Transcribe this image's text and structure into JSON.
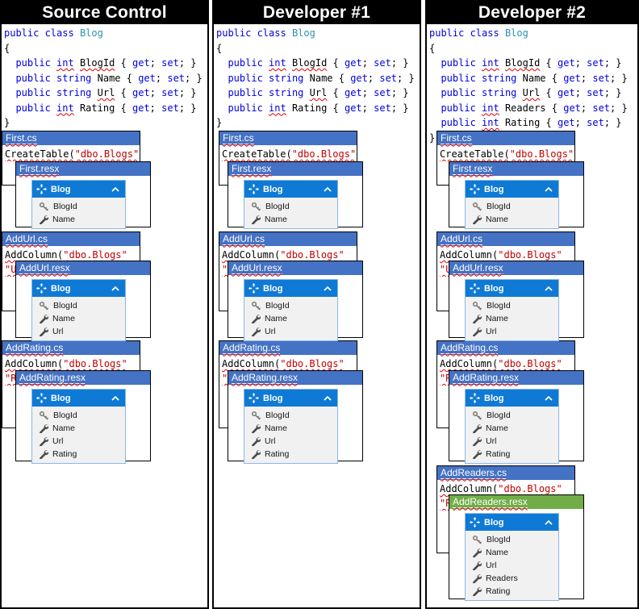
{
  "colors": {
    "titlebar_blue": "#4472C4",
    "titlebar_green": "#70AD47",
    "table_header_blue": "#0F7AD5",
    "keyword": "#0000E0",
    "type_name": "#2B91AF",
    "string_literal": "#C00000",
    "squiggle": "#E00000"
  },
  "columns": [
    {
      "title": "Source Control",
      "class_code": [
        [
          {
            "t": "public ",
            "c": "kw"
          },
          {
            "t": "class ",
            "c": "kw"
          },
          {
            "t": "Blog",
            "c": "ty"
          }
        ],
        [
          {
            "t": "{"
          }
        ],
        [
          {
            "t": "  "
          },
          {
            "t": "public",
            "c": "kw"
          },
          {
            "t": " "
          },
          {
            "t": "int",
            "c": "kw sq"
          },
          {
            "t": " "
          },
          {
            "t": "BlogId",
            "c": "sq"
          },
          {
            "t": " { "
          },
          {
            "t": "get",
            "c": "kw"
          },
          {
            "t": "; "
          },
          {
            "t": "set",
            "c": "kw"
          },
          {
            "t": "; }"
          }
        ],
        [
          {
            "t": "  "
          },
          {
            "t": "public",
            "c": "kw"
          },
          {
            "t": " "
          },
          {
            "t": "string",
            "c": "kw"
          },
          {
            "t": " Name { "
          },
          {
            "t": "get",
            "c": "kw"
          },
          {
            "t": "; "
          },
          {
            "t": "set",
            "c": "kw"
          },
          {
            "t": "; }"
          }
        ],
        [
          {
            "t": "  "
          },
          {
            "t": "public",
            "c": "kw"
          },
          {
            "t": " "
          },
          {
            "t": "string",
            "c": "kw"
          },
          {
            "t": " "
          },
          {
            "t": "Url",
            "c": "sq"
          },
          {
            "t": " { "
          },
          {
            "t": "get",
            "c": "kw"
          },
          {
            "t": "; "
          },
          {
            "t": "set",
            "c": "kw"
          },
          {
            "t": "; }"
          }
        ],
        [
          {
            "t": "  "
          },
          {
            "t": "public",
            "c": "kw"
          },
          {
            "t": " "
          },
          {
            "t": "int",
            "c": "kw sq"
          },
          {
            "t": " Rating { "
          },
          {
            "t": "get",
            "c": "kw"
          },
          {
            "t": "; "
          },
          {
            "t": "set",
            "c": "kw"
          },
          {
            "t": "; }"
          }
        ],
        [
          {
            "t": "}"
          }
        ]
      ],
      "sections": [
        {
          "cs_name": "First.cs",
          "cs_lines": [
            [
              {
                "t": "CreateTable(",
                "c": "sq"
              },
              {
                "t": "\"dbo.Blogs\"",
                "c": "str sq"
              }
            ]
          ],
          "resx_name": "First.resx",
          "resx_highlight": false,
          "table": {
            "name": "Blog",
            "collapse": "chevron-up",
            "rows": [
              {
                "icon": "key",
                "label": "BlogId"
              },
              {
                "icon": "wrench",
                "label": "Name"
              }
            ]
          }
        },
        {
          "cs_name": "AddUrl.cs",
          "cs_lines": [
            [
              {
                "t": "AddColumn(",
                "c": "sq"
              },
              {
                "t": "\"dbo.Blogs\"",
                "c": "str sq"
              }
            ],
            [
              {
                "t": "\"Url\",",
                "c": "str sq"
              }
            ]
          ],
          "resx_name": "AddUrl.resx",
          "resx_highlight": false,
          "table": {
            "name": "Blog",
            "collapse": "chevron-up",
            "rows": [
              {
                "icon": "key",
                "label": "BlogId"
              },
              {
                "icon": "wrench",
                "label": "Name"
              },
              {
                "icon": "wrench",
                "label": "Url"
              }
            ]
          }
        },
        {
          "cs_name": "AddRating.cs",
          "cs_lines": [
            [
              {
                "t": "AddColumn(",
                "c": "sq"
              },
              {
                "t": "\"dbo.Blogs\"",
                "c": "str sq"
              }
            ],
            [
              {
                "t": "\"Rating\",",
                "c": "str sq"
              }
            ]
          ],
          "resx_name": "AddRating.resx",
          "resx_highlight": false,
          "table": {
            "name": "Blog",
            "collapse": "chevron-up",
            "rows": [
              {
                "icon": "key",
                "label": "BlogId"
              },
              {
                "icon": "wrench",
                "label": "Name"
              },
              {
                "icon": "wrench",
                "label": "Url"
              },
              {
                "icon": "wrench",
                "label": "Rating"
              }
            ]
          }
        }
      ]
    },
    {
      "title": "Developer #1",
      "class_code": [
        [
          {
            "t": "public ",
            "c": "kw"
          },
          {
            "t": "class ",
            "c": "kw"
          },
          {
            "t": "Blog",
            "c": "ty"
          }
        ],
        [
          {
            "t": "{"
          }
        ],
        [
          {
            "t": "  "
          },
          {
            "t": "public",
            "c": "kw"
          },
          {
            "t": " "
          },
          {
            "t": "int",
            "c": "kw sq"
          },
          {
            "t": " "
          },
          {
            "t": "BlogId",
            "c": "sq"
          },
          {
            "t": " { "
          },
          {
            "t": "get",
            "c": "kw"
          },
          {
            "t": "; "
          },
          {
            "t": "set",
            "c": "kw"
          },
          {
            "t": "; }"
          }
        ],
        [
          {
            "t": "  "
          },
          {
            "t": "public",
            "c": "kw"
          },
          {
            "t": " "
          },
          {
            "t": "string",
            "c": "kw"
          },
          {
            "t": " Name { "
          },
          {
            "t": "get",
            "c": "kw"
          },
          {
            "t": "; "
          },
          {
            "t": "set",
            "c": "kw"
          },
          {
            "t": "; }"
          }
        ],
        [
          {
            "t": "  "
          },
          {
            "t": "public",
            "c": "kw"
          },
          {
            "t": " "
          },
          {
            "t": "string",
            "c": "kw"
          },
          {
            "t": " "
          },
          {
            "t": "Url",
            "c": "sq"
          },
          {
            "t": " { "
          },
          {
            "t": "get",
            "c": "kw"
          },
          {
            "t": "; "
          },
          {
            "t": "set",
            "c": "kw"
          },
          {
            "t": "; }"
          }
        ],
        [
          {
            "t": "  "
          },
          {
            "t": "public",
            "c": "kw"
          },
          {
            "t": " "
          },
          {
            "t": "int",
            "c": "kw sq"
          },
          {
            "t": " Rating { "
          },
          {
            "t": "get",
            "c": "kw"
          },
          {
            "t": "; "
          },
          {
            "t": "set",
            "c": "kw"
          },
          {
            "t": "; }"
          }
        ],
        [
          {
            "t": "}"
          }
        ]
      ],
      "sections": [
        {
          "cs_name": "First.cs",
          "cs_lines": [
            [
              {
                "t": "CreateTable(",
                "c": "sq"
              },
              {
                "t": "\"dbo.Blogs\"",
                "c": "str sq"
              }
            ]
          ],
          "resx_name": "First.resx",
          "resx_highlight": false,
          "table": {
            "name": "Blog",
            "collapse": "chevron-up",
            "rows": [
              {
                "icon": "key",
                "label": "BlogId"
              },
              {
                "icon": "wrench",
                "label": "Name"
              }
            ]
          }
        },
        {
          "cs_name": "AddUrl.cs",
          "cs_lines": [
            [
              {
                "t": "AddColumn(",
                "c": "sq"
              },
              {
                "t": "\"dbo.Blogs\"",
                "c": "str sq"
              }
            ],
            [
              {
                "t": "\"Url\",",
                "c": "str sq"
              }
            ]
          ],
          "resx_name": "AddUrl.resx",
          "resx_highlight": false,
          "table": {
            "name": "Blog",
            "collapse": "chevron-up",
            "rows": [
              {
                "icon": "key",
                "label": "BlogId"
              },
              {
                "icon": "wrench",
                "label": "Name"
              },
              {
                "icon": "wrench",
                "label": "Url"
              }
            ]
          }
        },
        {
          "cs_name": "AddRating.cs",
          "cs_lines": [
            [
              {
                "t": "AddColumn(",
                "c": "sq"
              },
              {
                "t": "\"dbo.Blogs\"",
                "c": "str sq"
              }
            ],
            [
              {
                "t": "\"Rating\",",
                "c": "str sq"
              }
            ]
          ],
          "resx_name": "AddRating.resx",
          "resx_highlight": false,
          "table": {
            "name": "Blog",
            "collapse": "chevron-up",
            "rows": [
              {
                "icon": "key",
                "label": "BlogId"
              },
              {
                "icon": "wrench",
                "label": "Name"
              },
              {
                "icon": "wrench",
                "label": "Url"
              },
              {
                "icon": "wrench",
                "label": "Rating"
              }
            ]
          }
        }
      ]
    },
    {
      "title": "Developer #2",
      "class_code": [
        [
          {
            "t": "public ",
            "c": "kw"
          },
          {
            "t": "class ",
            "c": "kw"
          },
          {
            "t": "Blog",
            "c": "ty"
          }
        ],
        [
          {
            "t": "{"
          }
        ],
        [
          {
            "t": "  "
          },
          {
            "t": "public",
            "c": "kw"
          },
          {
            "t": " "
          },
          {
            "t": "int",
            "c": "kw sq"
          },
          {
            "t": " "
          },
          {
            "t": "BlogId",
            "c": "sq"
          },
          {
            "t": " { "
          },
          {
            "t": "get",
            "c": "kw"
          },
          {
            "t": "; "
          },
          {
            "t": "set",
            "c": "kw"
          },
          {
            "t": "; }"
          }
        ],
        [
          {
            "t": "  "
          },
          {
            "t": "public",
            "c": "kw"
          },
          {
            "t": " "
          },
          {
            "t": "string",
            "c": "kw"
          },
          {
            "t": " Name { "
          },
          {
            "t": "get",
            "c": "kw"
          },
          {
            "t": "; "
          },
          {
            "t": "set",
            "c": "kw"
          },
          {
            "t": "; }"
          }
        ],
        [
          {
            "t": "  "
          },
          {
            "t": "public",
            "c": "kw"
          },
          {
            "t": " "
          },
          {
            "t": "string",
            "c": "kw"
          },
          {
            "t": " "
          },
          {
            "t": "Url",
            "c": "sq"
          },
          {
            "t": " { "
          },
          {
            "t": "get",
            "c": "kw"
          },
          {
            "t": "; "
          },
          {
            "t": "set",
            "c": "kw"
          },
          {
            "t": "; }"
          }
        ],
        [
          {
            "t": "  "
          },
          {
            "t": "public",
            "c": "kw"
          },
          {
            "t": " "
          },
          {
            "t": "int",
            "c": "kw sq"
          },
          {
            "t": " Readers { "
          },
          {
            "t": "get",
            "c": "kw"
          },
          {
            "t": "; "
          },
          {
            "t": "set",
            "c": "kw"
          },
          {
            "t": "; }"
          }
        ],
        [
          {
            "t": "  "
          },
          {
            "t": "public",
            "c": "kw"
          },
          {
            "t": " "
          },
          {
            "t": "int",
            "c": "kw sq"
          },
          {
            "t": " Rating { "
          },
          {
            "t": "get",
            "c": "kw"
          },
          {
            "t": "; "
          },
          {
            "t": "set",
            "c": "kw"
          },
          {
            "t": "; }"
          }
        ],
        [
          {
            "t": "}"
          }
        ]
      ],
      "sections": [
        {
          "cs_name": "First.cs",
          "cs_lines": [
            [
              {
                "t": "CreateTable(",
                "c": "sq"
              },
              {
                "t": "\"dbo.Blogs\"",
                "c": "str sq"
              }
            ]
          ],
          "resx_name": "First.resx",
          "resx_highlight": false,
          "table": {
            "name": "Blog",
            "collapse": "chevron-up",
            "rows": [
              {
                "icon": "key",
                "label": "BlogId"
              },
              {
                "icon": "wrench",
                "label": "Name"
              }
            ]
          }
        },
        {
          "cs_name": "AddUrl.cs",
          "cs_lines": [
            [
              {
                "t": "AddColumn(",
                "c": "sq"
              },
              {
                "t": "\"dbo.Blogs\"",
                "c": "str sq"
              }
            ],
            [
              {
                "t": "\"Url\",",
                "c": "str sq"
              }
            ]
          ],
          "resx_name": "AddUrl.resx",
          "resx_highlight": false,
          "table": {
            "name": "Blog",
            "collapse": "chevron-up",
            "rows": [
              {
                "icon": "key",
                "label": "BlogId"
              },
              {
                "icon": "wrench",
                "label": "Name"
              },
              {
                "icon": "wrench",
                "label": "Url"
              }
            ]
          }
        },
        {
          "cs_name": "AddRating.cs",
          "cs_lines": [
            [
              {
                "t": "AddColumn(",
                "c": "sq"
              },
              {
                "t": "\"dbo.Blogs\"",
                "c": "str sq"
              }
            ],
            [
              {
                "t": "\"Rating\",",
                "c": "str sq"
              }
            ]
          ],
          "resx_name": "AddRating.resx",
          "resx_highlight": false,
          "table": {
            "name": "Blog",
            "collapse": "chevron-up",
            "rows": [
              {
                "icon": "key",
                "label": "BlogId"
              },
              {
                "icon": "wrench",
                "label": "Name"
              },
              {
                "icon": "wrench",
                "label": "Url"
              },
              {
                "icon": "wrench",
                "label": "Rating"
              }
            ]
          }
        },
        {
          "cs_name": "AddReaders.cs",
          "cs_lines": [
            [
              {
                "t": "AddColumn(",
                "c": "sq"
              },
              {
                "t": "\"dbo.Blogs\"",
                "c": "str sq"
              }
            ],
            [
              {
                "t": "\"Readers\",",
                "c": "str sq"
              }
            ]
          ],
          "resx_name": "AddReaders.resx",
          "resx_highlight": true,
          "table": {
            "name": "Blog",
            "collapse": "chevron-up",
            "rows": [
              {
                "icon": "key",
                "label": "BlogId"
              },
              {
                "icon": "wrench",
                "label": "Name"
              },
              {
                "icon": "wrench",
                "label": "Url"
              },
              {
                "icon": "wrench",
                "label": "Readers"
              },
              {
                "icon": "wrench",
                "label": "Rating"
              }
            ]
          }
        }
      ]
    }
  ]
}
